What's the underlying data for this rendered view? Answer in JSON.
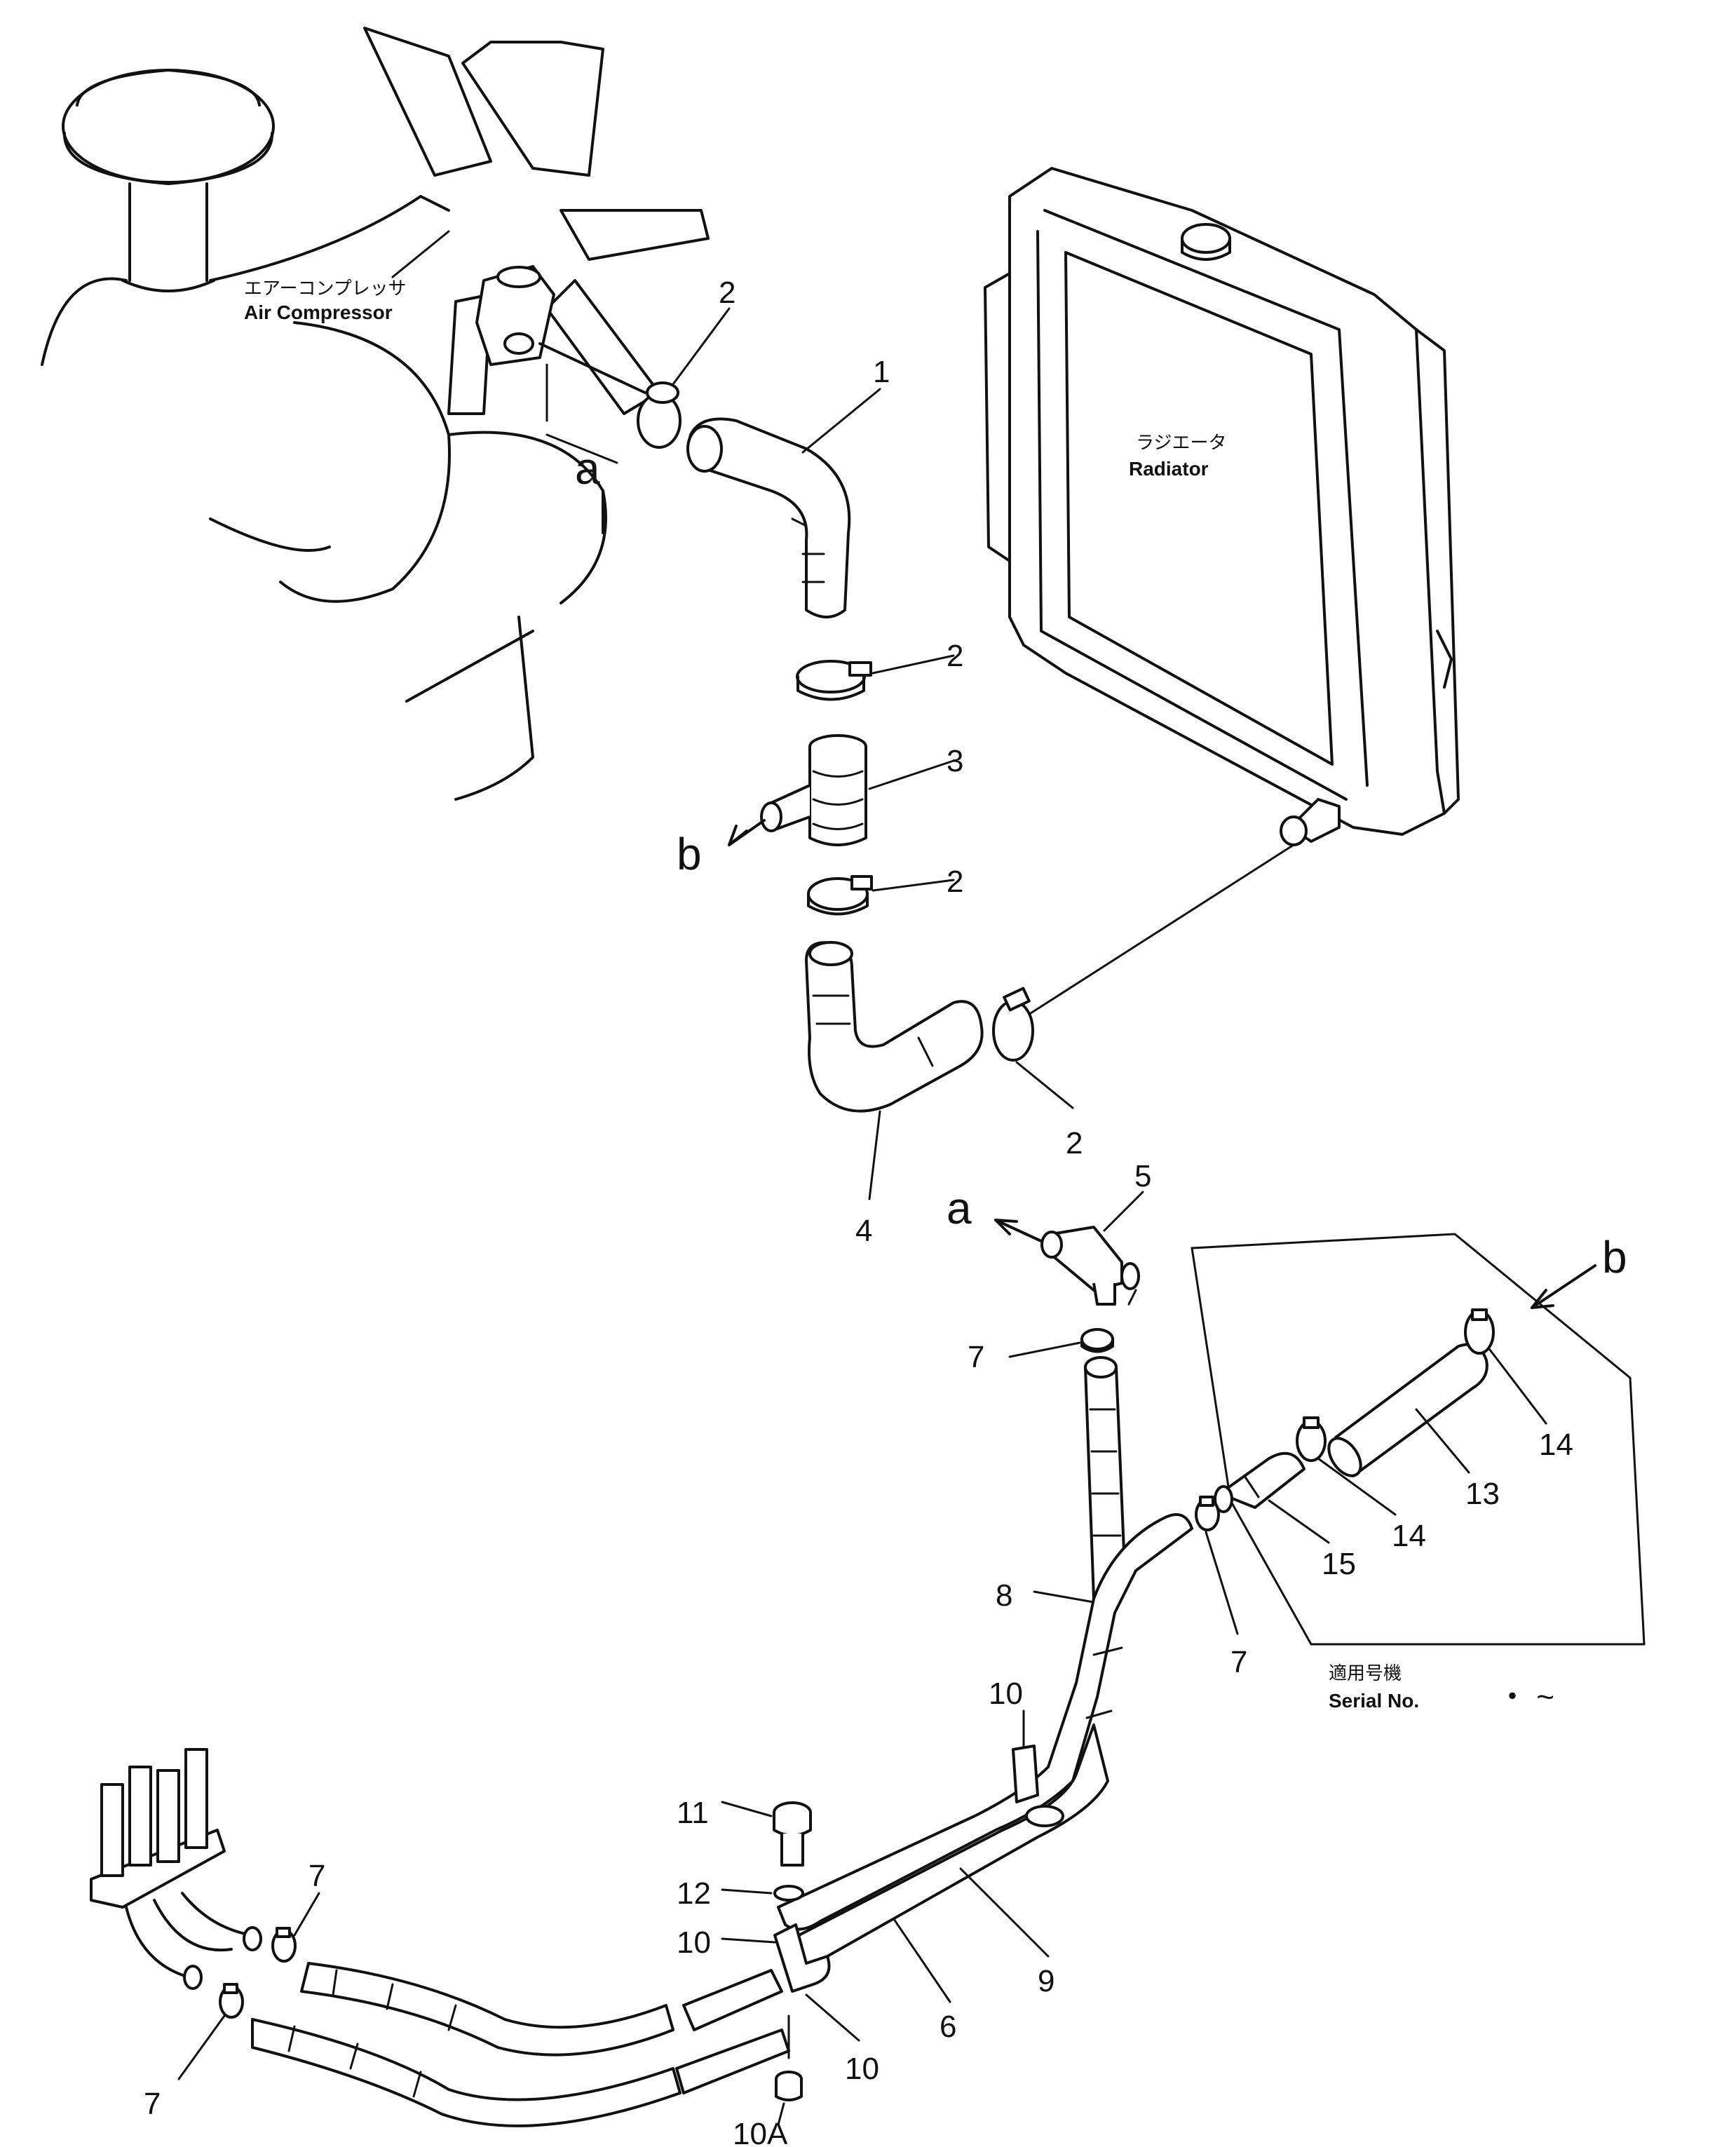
{
  "labels": {
    "air_compressor_jp": "エアーコンプレッサ",
    "air_compressor_en": "Air Compressor",
    "radiator_jp": "ラジエータ",
    "radiator_en": "Radiator",
    "serial_jp": "適用号機",
    "serial_en": "Serial  No.",
    "serial_range": "・  ~"
  },
  "connectors": {
    "a": "a",
    "b": "b"
  },
  "callouts": {
    "c1": "1",
    "c2a": "2",
    "c2b": "2",
    "c2c": "2",
    "c2d": "2",
    "c3": "3",
    "c4": "4",
    "c5": "5",
    "c6": "6",
    "c7a": "7",
    "c7b": "7",
    "c7c": "7",
    "c7d": "7",
    "c8": "8",
    "c9": "9",
    "c10a": "10",
    "c10b": "10",
    "c10c": "10",
    "c10A": "10A",
    "c11": "11",
    "c12": "12",
    "c13": "13",
    "c14a": "14",
    "c14b": "14",
    "c15": "15"
  }
}
